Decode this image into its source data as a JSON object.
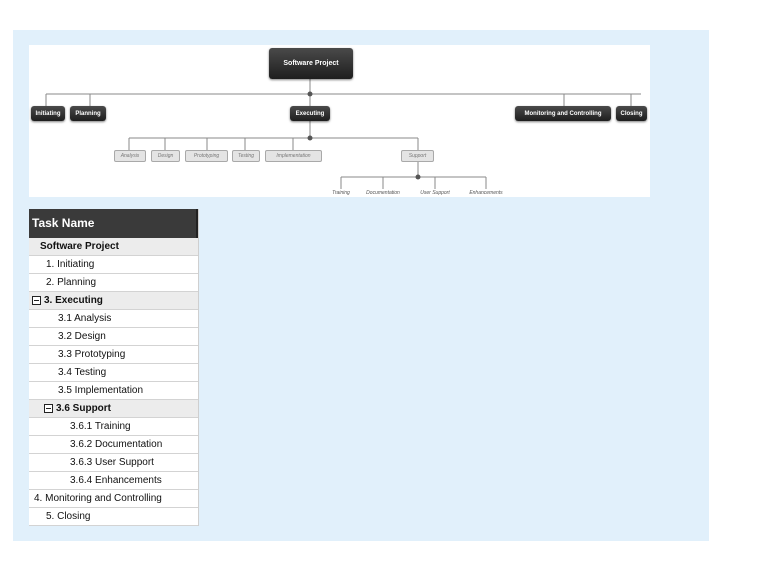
{
  "wbs": {
    "root": "Software Project",
    "level1": [
      "Initiating",
      "Planning",
      "Executing",
      "Monitoring and Controlling",
      "Closing"
    ],
    "executing_children": [
      "Analysis",
      "Design",
      "Prototyping",
      "Testing",
      "Implementation",
      "Support"
    ],
    "support_children": [
      "Training",
      "Documentation",
      "User Support",
      "Enhancements"
    ]
  },
  "task_table": {
    "header": "Task Name",
    "rows": [
      {
        "label": "Software Project",
        "style": "title"
      },
      {
        "label": "1. Initiating"
      },
      {
        "label": "2. Planning"
      },
      {
        "label": "3. Executing",
        "style": "group"
      },
      {
        "label": "3.1 Analysis"
      },
      {
        "label": "3.2 Design"
      },
      {
        "label": "3.3 Prototyping"
      },
      {
        "label": "3.4 Testing"
      },
      {
        "label": "3.5 Implementation"
      },
      {
        "label": "3.6 Support",
        "style": "group"
      },
      {
        "label": "3.6.1 Training"
      },
      {
        "label": "3.6.2 Documentation"
      },
      {
        "label": "3.6.3 User Support"
      },
      {
        "label": "3.6.4 Enhancements"
      },
      {
        "label": "4. Monitoring and Controlling"
      },
      {
        "label": "5. Closing"
      }
    ]
  },
  "colors": {
    "panel_bg": "#e1f0fb",
    "node_dark": "#2b2b2b",
    "node_light": "#e4e4e4",
    "header_bg": "#3a3a3a"
  }
}
